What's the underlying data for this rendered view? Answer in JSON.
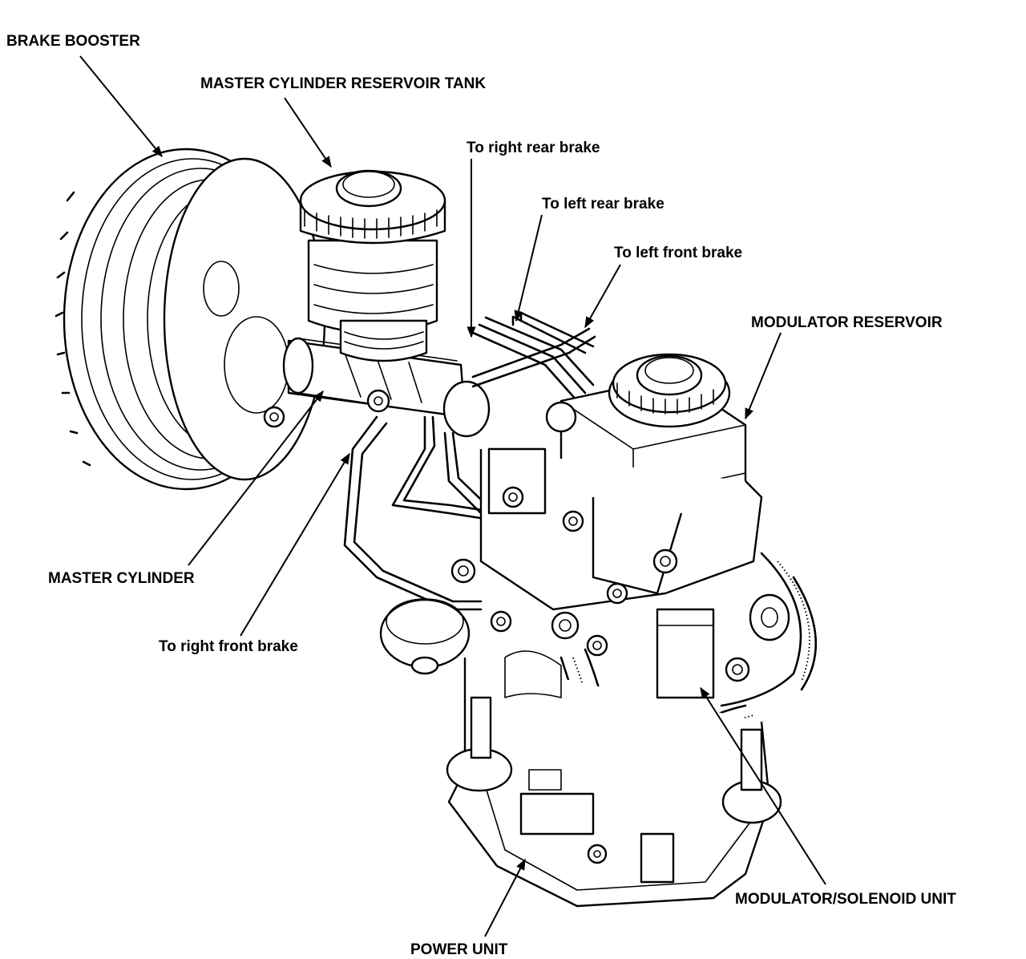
{
  "labels": {
    "brake_booster": "BRAKE BOOSTER",
    "master_cylinder_reservoir_tank": "MASTER CYLINDER RESERVOIR TANK",
    "to_right_rear_brake": "To right rear brake",
    "to_left_rear_brake": "To left rear brake",
    "to_left_front_brake": "To left front brake",
    "modulator_reservoir": "MODULATOR RESERVOIR",
    "master_cylinder": "MASTER CYLINDER",
    "to_right_front_brake": "To right front brake",
    "modulator_solenoid_unit": "MODULATOR/SOLENOID UNIT",
    "power_unit": "POWER UNIT"
  }
}
